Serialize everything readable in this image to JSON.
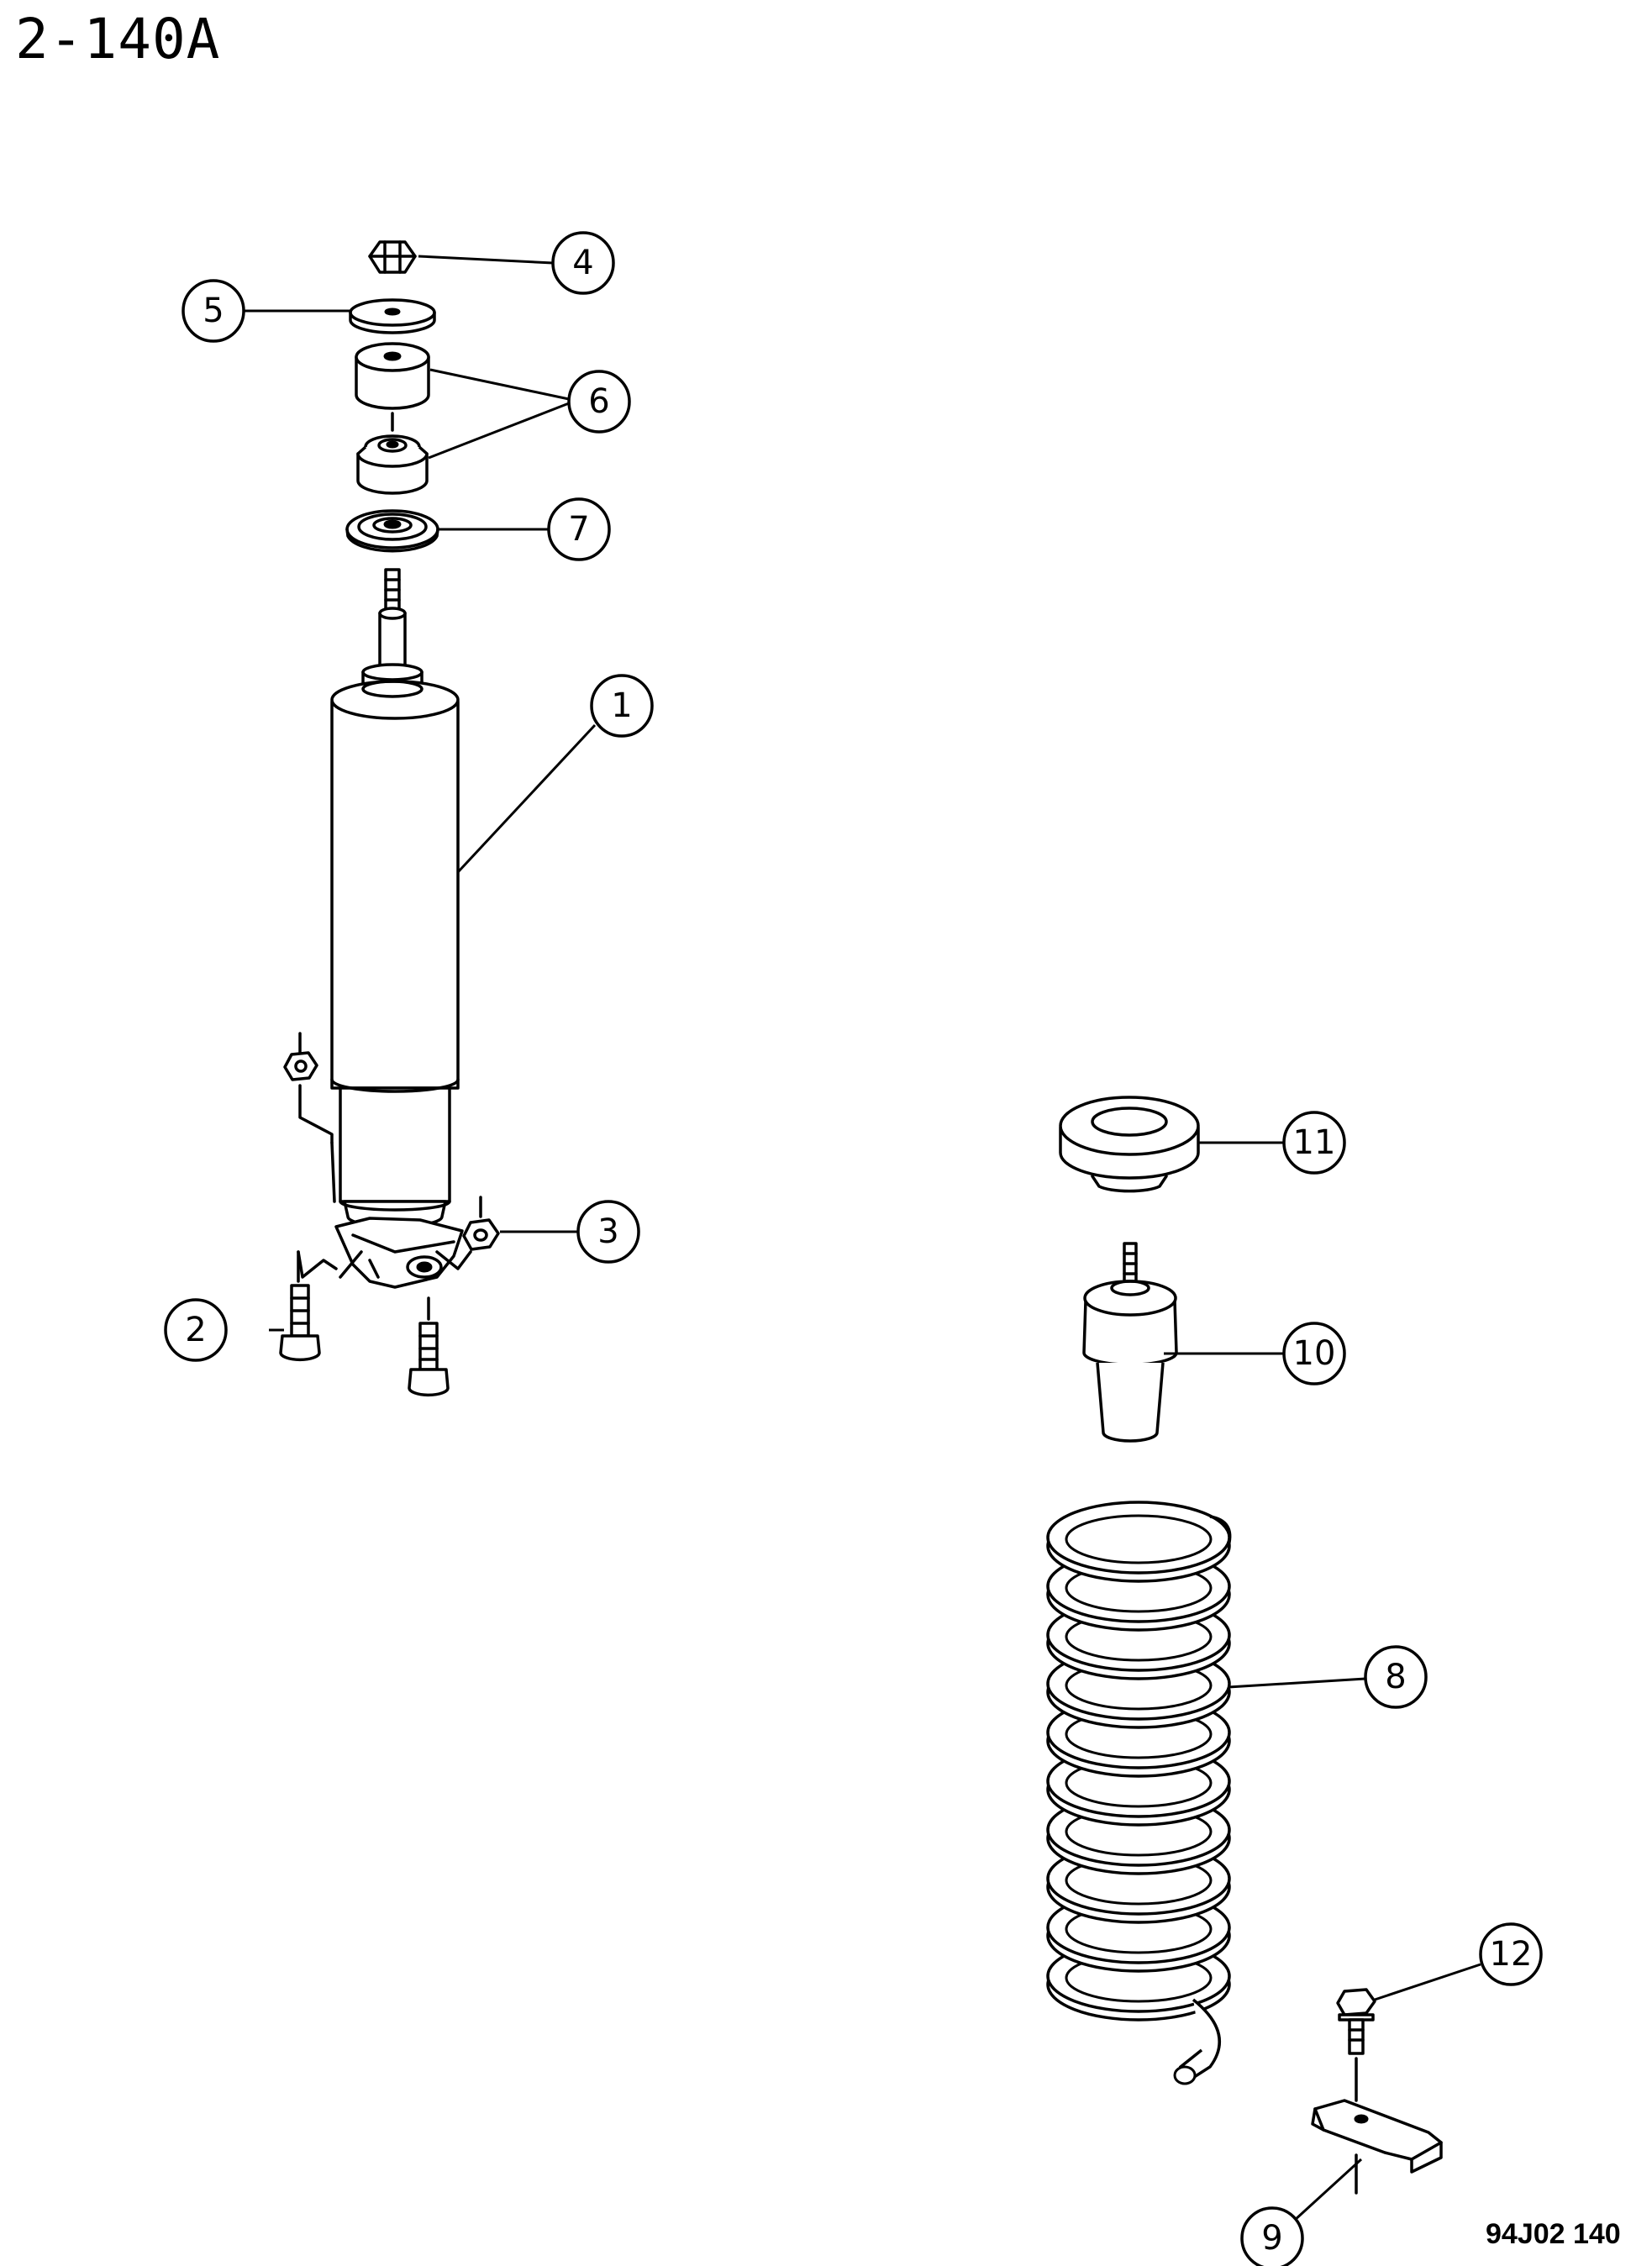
{
  "page": {
    "title": "2-140A",
    "figure_code": "94J02 140"
  },
  "callouts": [
    {
      "id": "callout-1",
      "label": "1"
    },
    {
      "id": "callout-2",
      "label": "2"
    },
    {
      "id": "callout-3",
      "label": "3"
    },
    {
      "id": "callout-4",
      "label": "4"
    },
    {
      "id": "callout-5",
      "label": "5"
    },
    {
      "id": "callout-6",
      "label": "6"
    },
    {
      "id": "callout-7",
      "label": "7"
    },
    {
      "id": "callout-8",
      "label": "8"
    },
    {
      "id": "callout-9",
      "label": "9"
    },
    {
      "id": "callout-10",
      "label": "10"
    },
    {
      "id": "callout-11",
      "label": "11"
    },
    {
      "id": "callout-12",
      "label": "12"
    }
  ]
}
